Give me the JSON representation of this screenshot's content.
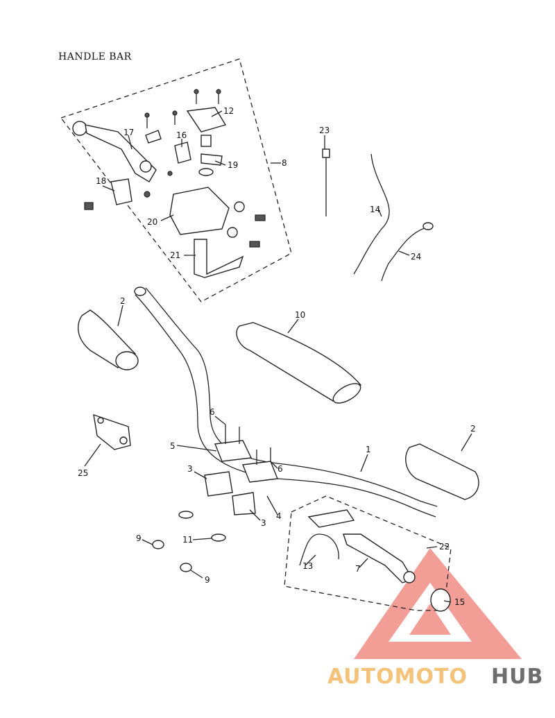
{
  "title": "HANDLE BAR",
  "callouts": {
    "c1": "1",
    "c2a": "2",
    "c2b": "2",
    "c3a": "3",
    "c3b": "3",
    "c4": "4",
    "c5": "5",
    "c6a": "6",
    "c6b": "6",
    "c7": "7",
    "c8": "8",
    "c9a": "9",
    "c9b": "9",
    "c10": "10",
    "c11": "11",
    "c12": "12",
    "c13": "13",
    "c14": "14",
    "c15": "15",
    "c16": "16",
    "c17": "17",
    "c18": "18",
    "c19": "19",
    "c20": "20",
    "c21": "21",
    "c22": "22",
    "c23": "23",
    "c24": "24",
    "c25": "25"
  },
  "watermark": {
    "part1": "AUTOMOTO",
    "part2": "HUB"
  },
  "colors": {
    "watermark_red": "#f08c84",
    "watermark_orange": "#f5c27a",
    "watermark_gray": "#6e6e6e"
  }
}
